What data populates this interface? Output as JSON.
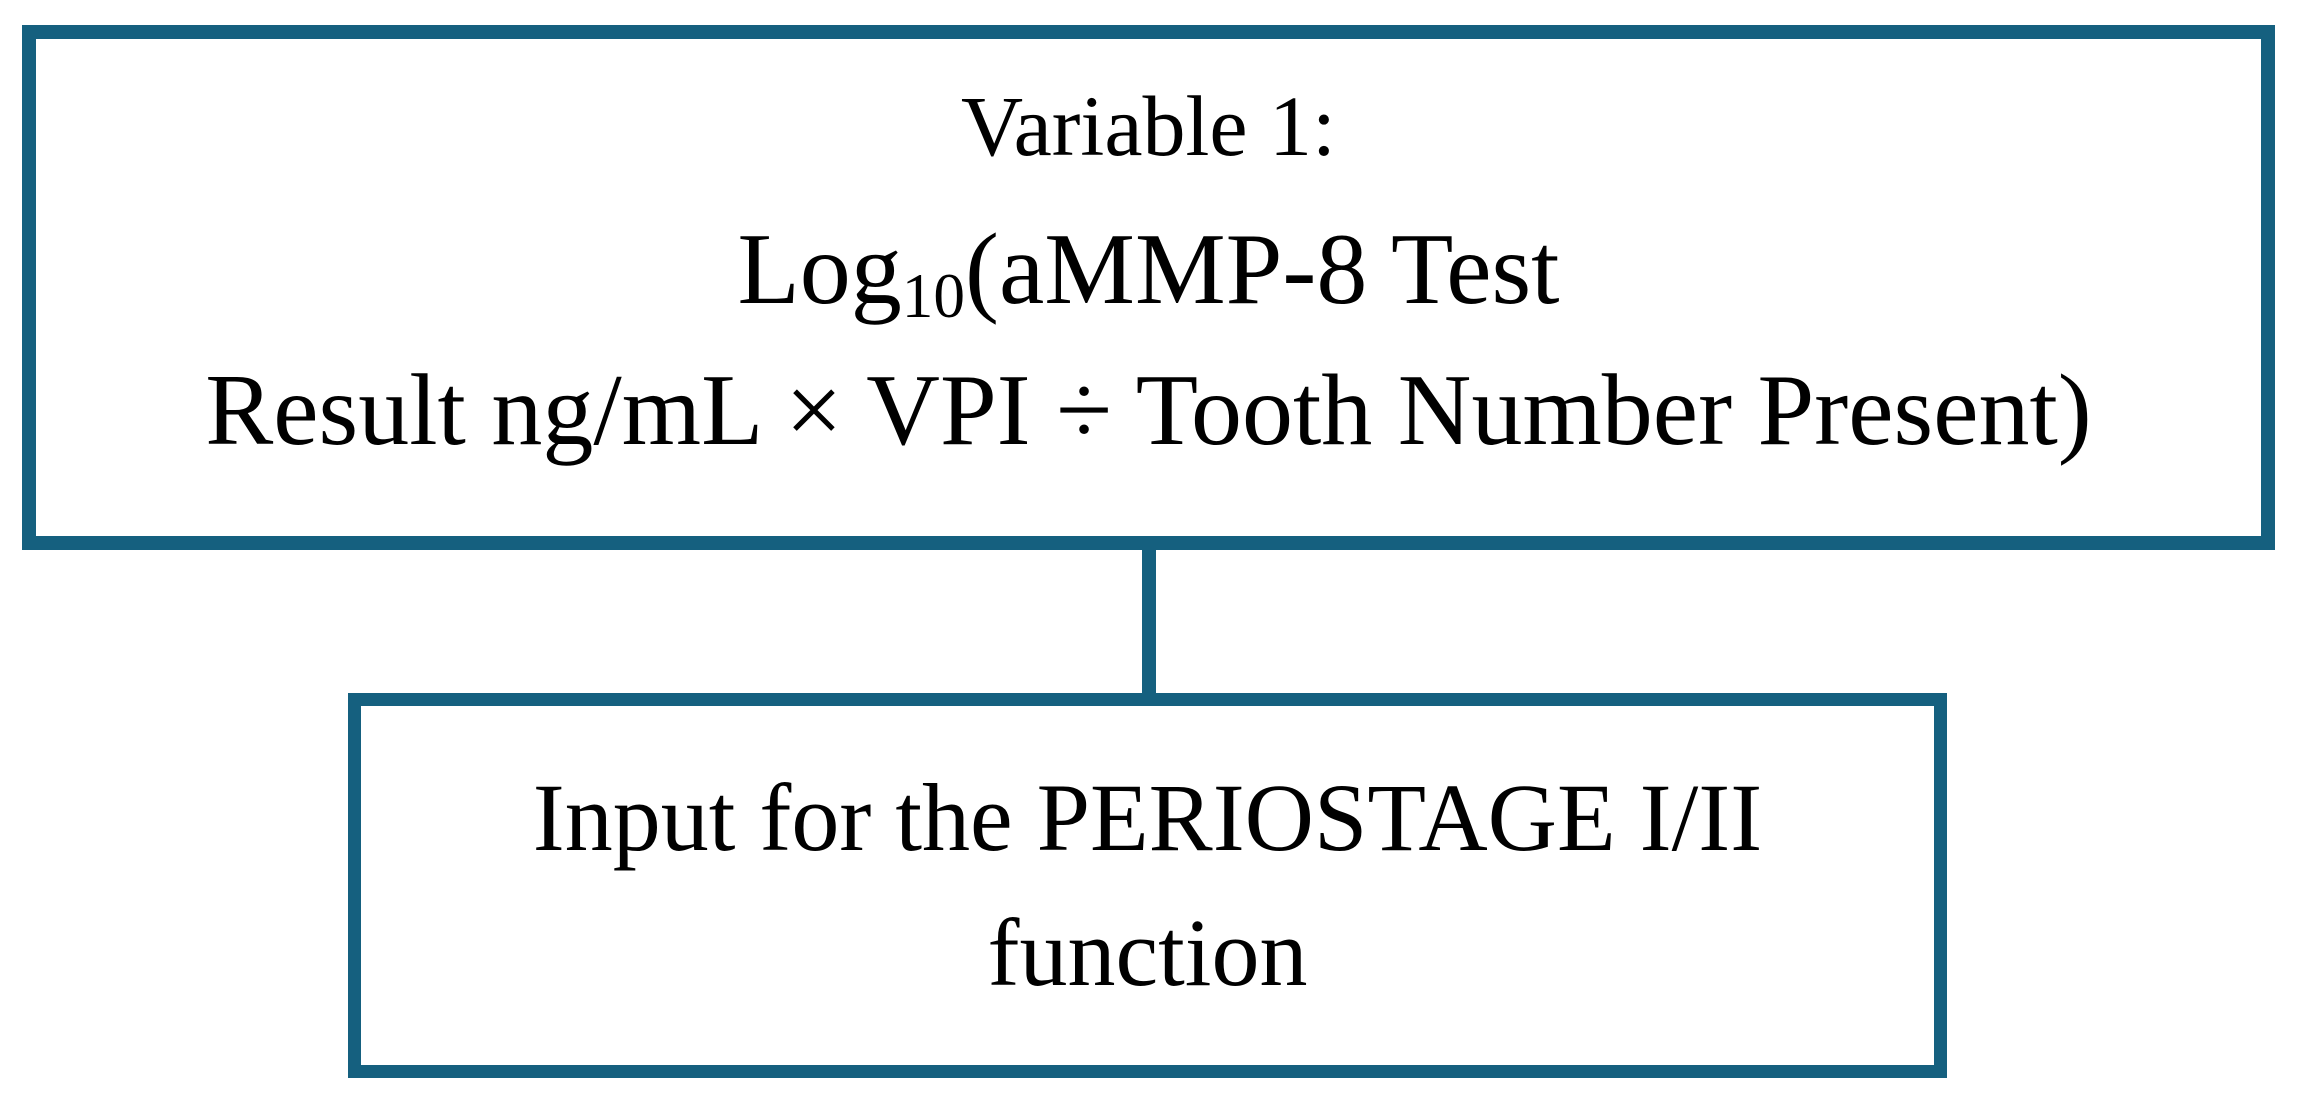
{
  "diagram": {
    "type": "flowchart",
    "colors": {
      "accent": "#15607F",
      "text": "#000000",
      "background": "#FFFFFF"
    },
    "top_box": {
      "title": "Variable 1:",
      "formula": {
        "prefix": "Log",
        "subscript": "10",
        "line1_rest": "(aMMP-8 Test",
        "line2": "Result ng/mL × VPI ÷ Tooth Number Present)"
      }
    },
    "bottom_box": {
      "lines": [
        "Input for the PERIOSTAGE I/II",
        "function"
      ]
    }
  }
}
